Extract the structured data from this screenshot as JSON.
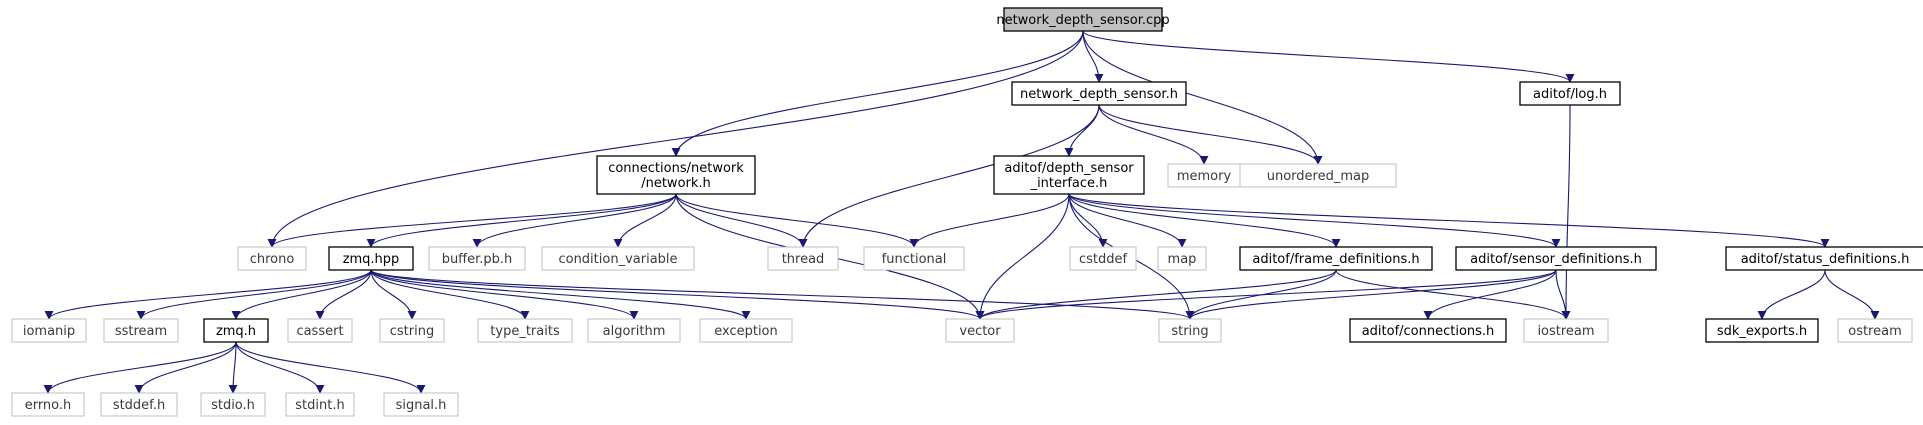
{
  "nodes": [
    {
      "id": "root",
      "label": "network_depth_sensor.cpp",
      "kind": "root"
    },
    {
      "id": "nds_h",
      "label": "network_depth_sensor.h",
      "kind": "documented"
    },
    {
      "id": "log_h",
      "label": "aditof/log.h",
      "kind": "documented"
    },
    {
      "id": "network_h",
      "label": "connections/network\n/network.h",
      "kind": "documented"
    },
    {
      "id": "dsi_h",
      "label": "aditof/depth_sensor\n_interface.h",
      "kind": "documented"
    },
    {
      "id": "memory",
      "label": "memory",
      "kind": "external"
    },
    {
      "id": "unordered_map",
      "label": "unordered_map",
      "kind": "external"
    },
    {
      "id": "chrono",
      "label": "chrono",
      "kind": "external"
    },
    {
      "id": "zmq_hpp",
      "label": "zmq.hpp",
      "kind": "documented"
    },
    {
      "id": "buffer_pb",
      "label": "buffer.pb.h",
      "kind": "external"
    },
    {
      "id": "cond_var",
      "label": "condition_variable",
      "kind": "external"
    },
    {
      "id": "thread",
      "label": "thread",
      "kind": "external"
    },
    {
      "id": "functional",
      "label": "functional",
      "kind": "external"
    },
    {
      "id": "cstddef",
      "label": "cstddef",
      "kind": "external"
    },
    {
      "id": "map",
      "label": "map",
      "kind": "external"
    },
    {
      "id": "frame_def",
      "label": "aditof/frame_definitions.h",
      "kind": "documented"
    },
    {
      "id": "sensor_def",
      "label": "aditof/sensor_definitions.h",
      "kind": "documented"
    },
    {
      "id": "status_def",
      "label": "aditof/status_definitions.h",
      "kind": "documented"
    },
    {
      "id": "iomanip",
      "label": "iomanip",
      "kind": "external"
    },
    {
      "id": "sstream",
      "label": "sstream",
      "kind": "external"
    },
    {
      "id": "zmq_h",
      "label": "zmq.h",
      "kind": "documented"
    },
    {
      "id": "cassert",
      "label": "cassert",
      "kind": "external"
    },
    {
      "id": "cstring",
      "label": "cstring",
      "kind": "external"
    },
    {
      "id": "type_traits",
      "label": "type_traits",
      "kind": "external"
    },
    {
      "id": "algorithm",
      "label": "algorithm",
      "kind": "external"
    },
    {
      "id": "exception",
      "label": "exception",
      "kind": "external"
    },
    {
      "id": "vector",
      "label": "vector",
      "kind": "external"
    },
    {
      "id": "string",
      "label": "string",
      "kind": "external"
    },
    {
      "id": "connections_h",
      "label": "aditof/connections.h",
      "kind": "documented"
    },
    {
      "id": "iostream",
      "label": "iostream",
      "kind": "external"
    },
    {
      "id": "sdk_exports",
      "label": "sdk_exports.h",
      "kind": "documented"
    },
    {
      "id": "ostream",
      "label": "ostream",
      "kind": "external"
    },
    {
      "id": "errno",
      "label": "errno.h",
      "kind": "external"
    },
    {
      "id": "stddef",
      "label": "stddef.h",
      "kind": "external"
    },
    {
      "id": "stdio",
      "label": "stdio.h",
      "kind": "external"
    },
    {
      "id": "stdint",
      "label": "stdint.h",
      "kind": "external"
    },
    {
      "id": "signal",
      "label": "signal.h",
      "kind": "external"
    }
  ],
  "edges": [
    [
      "root",
      "nds_h"
    ],
    [
      "root",
      "log_h"
    ],
    [
      "root",
      "network_h"
    ],
    [
      "root",
      "chrono"
    ],
    [
      "root",
      "unordered_map"
    ],
    [
      "nds_h",
      "dsi_h"
    ],
    [
      "nds_h",
      "memory"
    ],
    [
      "nds_h",
      "unordered_map"
    ],
    [
      "nds_h",
      "thread"
    ],
    [
      "log_h",
      "iostream"
    ],
    [
      "network_h",
      "chrono"
    ],
    [
      "network_h",
      "zmq_hpp"
    ],
    [
      "network_h",
      "buffer_pb"
    ],
    [
      "network_h",
      "cond_var"
    ],
    [
      "network_h",
      "thread"
    ],
    [
      "network_h",
      "functional"
    ],
    [
      "network_h",
      "vector"
    ],
    [
      "dsi_h",
      "functional"
    ],
    [
      "dsi_h",
      "cstddef"
    ],
    [
      "dsi_h",
      "map"
    ],
    [
      "dsi_h",
      "frame_def"
    ],
    [
      "dsi_h",
      "sensor_def"
    ],
    [
      "dsi_h",
      "status_def"
    ],
    [
      "dsi_h",
      "vector"
    ],
    [
      "dsi_h",
      "string"
    ],
    [
      "zmq_hpp",
      "iomanip"
    ],
    [
      "zmq_hpp",
      "sstream"
    ],
    [
      "zmq_hpp",
      "zmq_h"
    ],
    [
      "zmq_hpp",
      "cassert"
    ],
    [
      "zmq_hpp",
      "cstring"
    ],
    [
      "zmq_hpp",
      "type_traits"
    ],
    [
      "zmq_hpp",
      "algorithm"
    ],
    [
      "zmq_hpp",
      "exception"
    ],
    [
      "zmq_hpp",
      "vector"
    ],
    [
      "zmq_hpp",
      "string"
    ],
    [
      "frame_def",
      "vector"
    ],
    [
      "frame_def",
      "string"
    ],
    [
      "frame_def",
      "iostream"
    ],
    [
      "sensor_def",
      "vector"
    ],
    [
      "sensor_def",
      "string"
    ],
    [
      "sensor_def",
      "connections_h"
    ],
    [
      "sensor_def",
      "iostream"
    ],
    [
      "status_def",
      "sdk_exports"
    ],
    [
      "status_def",
      "ostream"
    ],
    [
      "zmq_h",
      "errno"
    ],
    [
      "zmq_h",
      "stddef"
    ],
    [
      "zmq_h",
      "stdio"
    ],
    [
      "zmq_h",
      "stdint"
    ],
    [
      "zmq_h",
      "signal"
    ]
  ],
  "colors": {
    "root_fill": "#bfbfbf",
    "documented_border": "#000000",
    "external_border": "#bfbfbf",
    "edge": "#191970",
    "text": "#000000"
  }
}
